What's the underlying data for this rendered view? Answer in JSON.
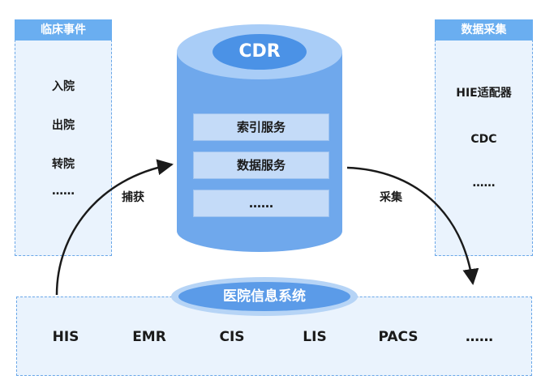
{
  "clinical_events": {
    "title": "临床事件",
    "items": [
      "入院",
      "出院",
      "转院",
      "……"
    ]
  },
  "data_collection": {
    "title": "数据采集",
    "items": [
      "HIE适配器",
      "CDC",
      "……"
    ]
  },
  "cdr": {
    "title": "CDR",
    "services": [
      "索引服务",
      "数据服务",
      "……"
    ]
  },
  "capture_label": "捕获",
  "collect_label": "采集",
  "his": {
    "title": "医院信息系统",
    "systems": [
      "HIS",
      "EMR",
      "CIS",
      "LIS",
      "PACS",
      "……"
    ]
  },
  "colors": {
    "panel_bg": "#eaf3fd",
    "panel_border": "#6aa7e8",
    "header": "#6aaef0",
    "cylinder": "#6fa8ec",
    "cylinder_top": "#a9cdf7"
  }
}
